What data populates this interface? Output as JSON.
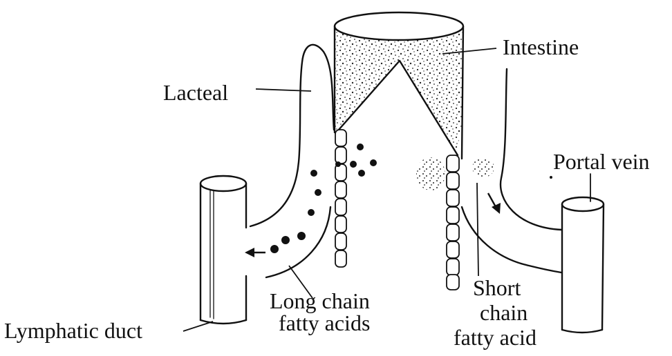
{
  "diagram": {
    "labels": {
      "intestine": "Intestine",
      "lacteal": "Lacteal",
      "portal_vein": "Portal vein",
      "lymphatic_duct": "Lymphatic duct",
      "long_chain_line1": "Long chain",
      "long_chain_line2": "fatty acids",
      "short_chain_line1": "Short",
      "short_chain_line2": "chain",
      "short_chain_line3": "fatty acid"
    }
  }
}
